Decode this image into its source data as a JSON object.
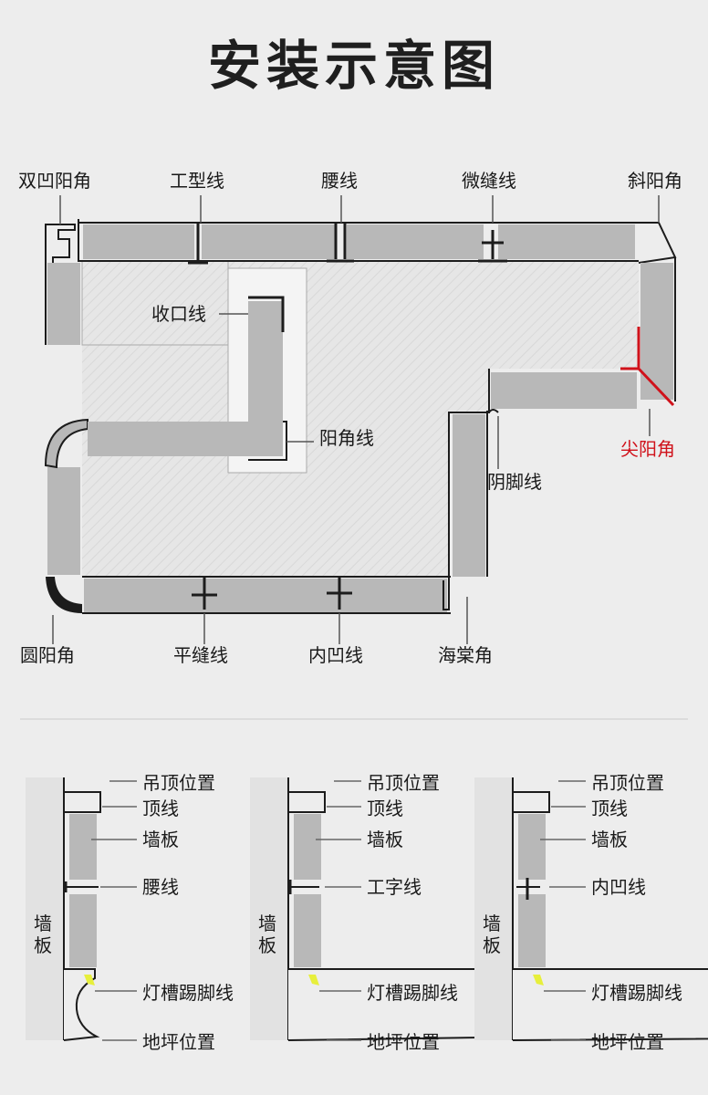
{
  "title": "安装示意图",
  "colors": {
    "panel": "#b8b8b8",
    "background": "#ededed",
    "outline": "#1c1c1c",
    "accent": "#d0121b",
    "led": "#e7ef3c"
  },
  "plan_labels": {
    "double_groove_corner": "双凹阳角",
    "i_profile": "工型线",
    "waist_line": "腰线",
    "micro_seam": "微缝线",
    "bevel_corner": "斜阳角",
    "closing_line": "收口线",
    "outer_corner_line": "阳角线",
    "sharp_corner": "尖阳角",
    "inner_skirting": "阴脚线",
    "round_corner": "圆阳角",
    "flat_seam": "平缝线",
    "inner_groove": "内凹线",
    "begonia_corner": "海棠角"
  },
  "sections": [
    {
      "ceiling": "吊顶位置",
      "top_line": "顶线",
      "panel": "墙板",
      "joint": "腰线",
      "skirting": "灯槽踢脚线",
      "floor": "地坪位置",
      "wall": "墙板"
    },
    {
      "ceiling": "吊顶位置",
      "top_line": "顶线",
      "panel": "墙板",
      "joint": "工字线",
      "skirting": "灯槽踢脚线",
      "floor": "地坪位置",
      "wall": "墙板"
    },
    {
      "ceiling": "吊顶位置",
      "top_line": "顶线",
      "panel": "墙板",
      "joint": "内凹线",
      "skirting": "灯槽踢脚线",
      "floor": "地坪位置",
      "wall": "墙板"
    }
  ]
}
